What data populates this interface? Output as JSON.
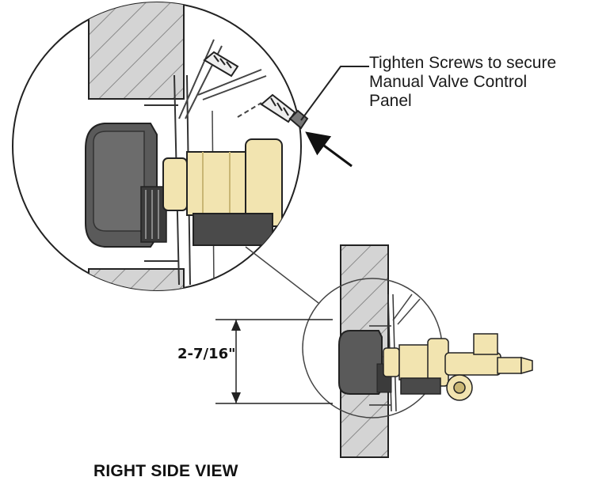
{
  "callout": {
    "line1": "Tighten Screws to secure",
    "line2": "Manual Valve Control",
    "line3": "Panel"
  },
  "dimension": {
    "label": "2-7/16\""
  },
  "view_label": "RIGHT SIDE VIEW",
  "colors": {
    "wall_fill": "#d0d0d0",
    "brass": "#f2e4b0",
    "brass_dark": "#c9b674",
    "knob": "#5a5a5a",
    "knob_dark": "#3b3b3b",
    "line": "#222222"
  },
  "icons": [
    "screw-icon",
    "arrow-icon"
  ]
}
